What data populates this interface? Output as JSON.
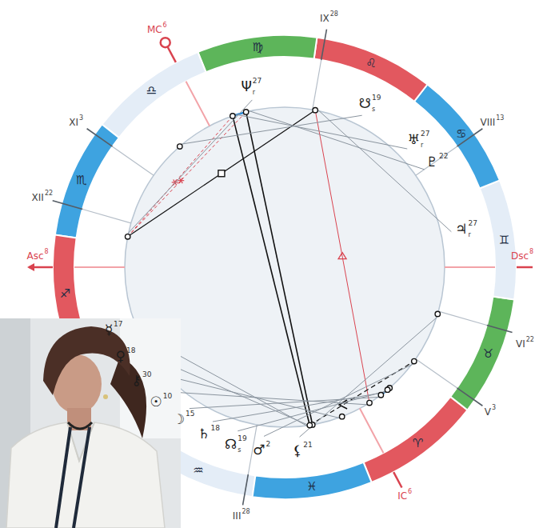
{
  "diagram": {
    "labels": [
      "IX",
      "28",
      "MC",
      "6",
      "VIII",
      "13",
      "XI",
      "3",
      "XII",
      "22",
      "Asc",
      "8",
      "Dsc",
      "8",
      "VI",
      "22",
      "V",
      "3",
      "IC",
      "6",
      "III",
      "28",
      "♍",
      "♌",
      "♋",
      "♊",
      "♉",
      "♈",
      "♓",
      "♒",
      "♐",
      "♏",
      "♎",
      "♅",
      "27",
      "r",
      "♇",
      "22",
      "♃",
      "27",
      "r",
      "☋",
      "19",
      "s",
      "Ψ",
      "27",
      "r",
      "⚸",
      "21",
      "♂",
      "2",
      "☊",
      "19",
      "s",
      "♄",
      "18",
      "☽",
      "15",
      "☉",
      "10",
      "⚷",
      "30",
      "♀",
      "18",
      "☿",
      "17"
    ]
  }
}
